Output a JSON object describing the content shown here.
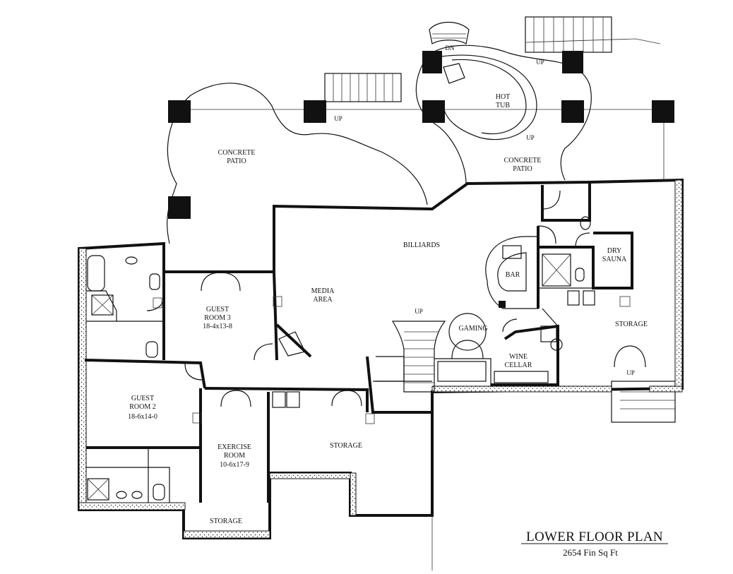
{
  "plan": {
    "title": "LOWER FLOOR PLAN",
    "subtitle": "2654 Fin Sq Ft",
    "rooms": {
      "concrete_patio_left": [
        "CONCRETE",
        "PATIO"
      ],
      "concrete_patio_right": [
        "CONCRETE",
        "PATIO"
      ],
      "hot_tub": [
        "HOT",
        "TUB"
      ],
      "billiards": "BILLIARDS",
      "media_area": [
        "MEDIA",
        "AREA"
      ],
      "bar": "BAR",
      "dry_sauna": [
        "DRY",
        "SAUNA"
      ],
      "storage_right": "STORAGE",
      "gaming": "GAMING",
      "wine_cellar": [
        "WINE",
        "CELLAR"
      ],
      "guest_room_3": [
        "GUEST",
        "ROOM 3",
        "18-4x13-8"
      ],
      "guest_room_2": [
        "GUEST",
        "ROOM 2",
        "18-6x14-0"
      ],
      "exercise_room": [
        "EXERCISE",
        "ROOM",
        "10-6x17-9"
      ],
      "storage_center": "STORAGE",
      "storage_bottom": "STORAGE"
    },
    "stair_labels": {
      "dn": "DN",
      "up_top_right": "UP",
      "up_left_stair": "UP",
      "up_hot_tub": "UP",
      "up_main_stair": "UP",
      "up_right_stair": "UP"
    }
  }
}
